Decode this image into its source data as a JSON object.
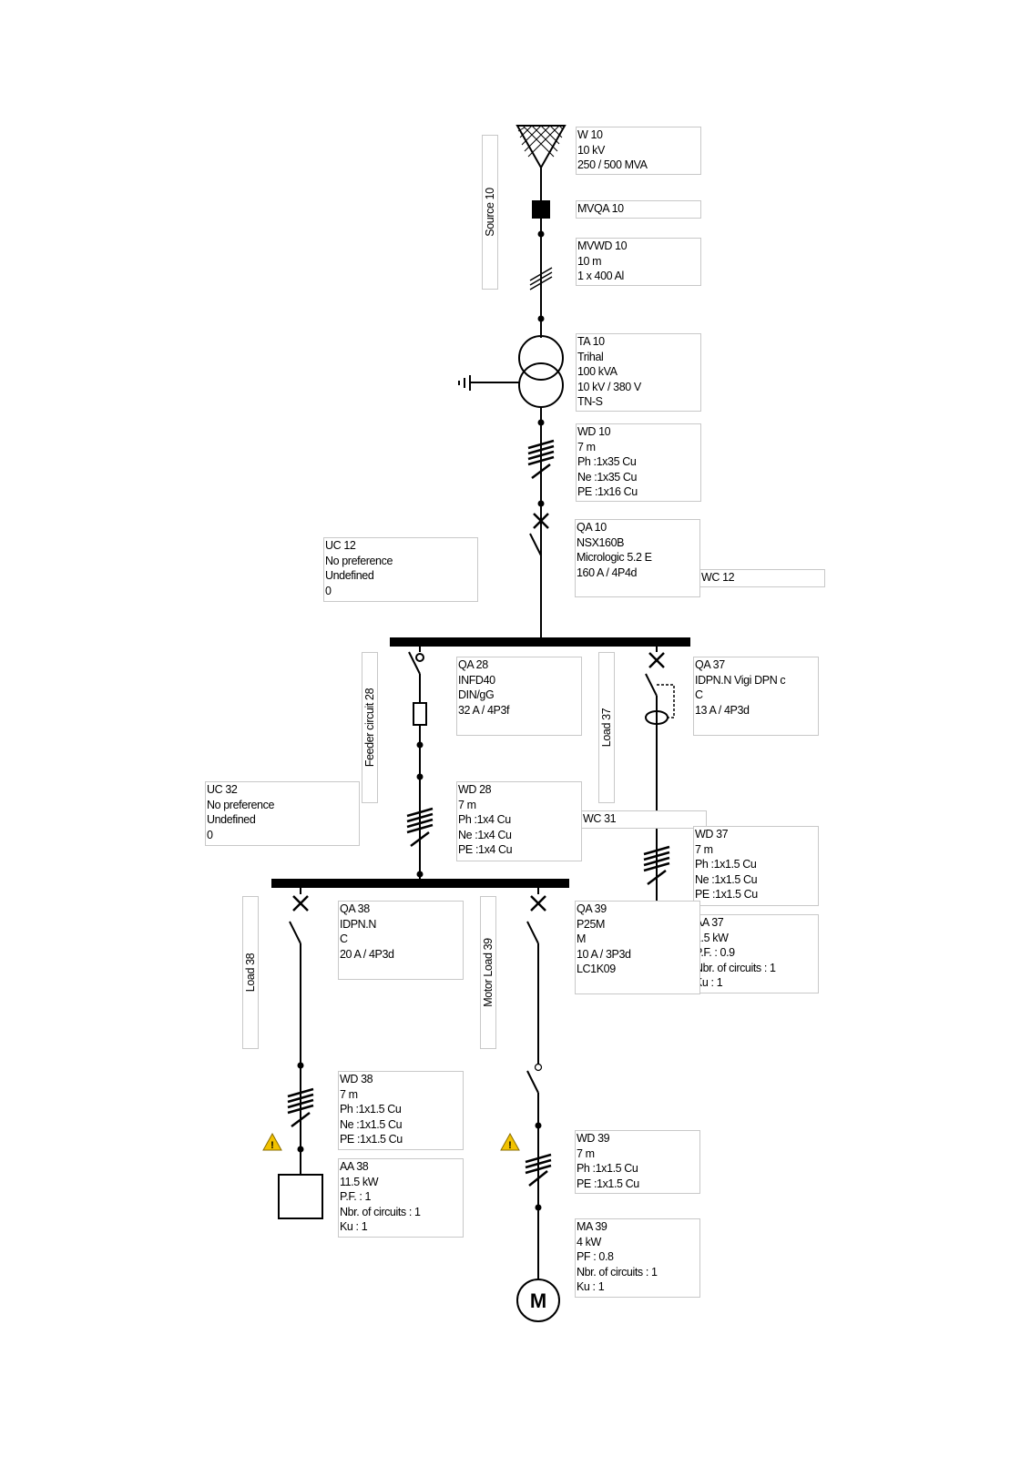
{
  "source": {
    "name": "W 10",
    "voltage": "10 kV",
    "power": "250 / 500 MVA",
    "vertical_label": "Source 10"
  },
  "mv_breaker": {
    "name": "MVQA 10"
  },
  "mv_cable": {
    "name": "MVWD 10",
    "length": "10 m",
    "section": "1 x 400 Al"
  },
  "transformer": {
    "name": "TA 10",
    "type": "Trihal",
    "rating": "100 kVA",
    "voltage": "10 kV / 380 V",
    "earthing": "TN-S"
  },
  "cable_wd10": {
    "name": "WD 10",
    "length": "7 m",
    "ph": "Ph :1x35 Cu",
    "ne": "Ne :1x35 Cu",
    "pe": "PE :1x16 Cu"
  },
  "breaker_qa10": {
    "name": "QA 10",
    "model": "NSX160B",
    "trip": "Micrologic 5.2 E",
    "rating": "160 A / 4P4d"
  },
  "wc12": {
    "name": "WC 12"
  },
  "uc12": {
    "name": "UC 12",
    "line1": "No preference",
    "line2": "Undefined",
    "line3": "0"
  },
  "switch_qa28": {
    "name": "QA 28",
    "model": "INFD40",
    "fuse": "DIN/gG",
    "rating": "32 A / 4P3f",
    "vertical_label": "Feeder circuit 28"
  },
  "breaker_qa37": {
    "name": "QA 37",
    "model": "IDPN.N  Vigi DPN c",
    "curve": "C",
    "rating": "13 A / 4P3d",
    "vertical_label": "Load 37"
  },
  "cable_wd28": {
    "name": "WD 28",
    "length": "7 m",
    "ph": "Ph :1x4 Cu",
    "ne": "Ne :1x4 Cu",
    "pe": "PE :1x4 Cu"
  },
  "wc31": {
    "name": "WC 31"
  },
  "uc32": {
    "name": "UC 32",
    "line1": "No preference",
    "line2": "Undefined",
    "line3": "0"
  },
  "cable_wd37": {
    "name": "WD 37",
    "length": "7 m",
    "ph": "Ph :1x1.5 Cu",
    "ne": "Ne :1x1.5 Cu",
    "pe": "PE :1x1.5 Cu"
  },
  "load_aa37": {
    "name": "AA 37",
    "power": "1.5 kW",
    "pf": "P.F. : 0.9",
    "circuits": "Nbr. of circuits : 1",
    "ku": "Ku : 1"
  },
  "breaker_qa38": {
    "name": "QA 38",
    "model": "IDPN.N",
    "curve": "C",
    "rating": "20 A / 4P3d",
    "vertical_label": "Load 38"
  },
  "breaker_qa39": {
    "name": "QA 39",
    "model": "P25M",
    "curve": "M",
    "rating": "10 A / 3P3d",
    "contactor": "LC1K09",
    "vertical_label": "Motor Load 39"
  },
  "cable_wd38": {
    "name": "WD 38",
    "length": "7 m",
    "ph": "Ph :1x1.5 Cu",
    "ne": "Ne :1x1.5 Cu",
    "pe": "PE :1x1.5 Cu"
  },
  "load_aa38": {
    "name": "AA 38",
    "power": "11.5 kW",
    "pf": "P.F. : 1",
    "circuits": "Nbr. of circuits : 1",
    "ku": "Ku : 1"
  },
  "cable_wd39": {
    "name": "WD 39",
    "length": "7 m",
    "ph": "Ph :1x1.5 Cu",
    "pe": "PE :1x1.5 Cu"
  },
  "motor_ma39": {
    "name": "MA 39",
    "power": "4 kW",
    "pf": "PF : 0.8",
    "circuits": "Nbr. of circuits : 1",
    "ku": "Ku : 1",
    "symbol": "M"
  },
  "colors": {
    "line": "#000000",
    "label_border": "#c8c8c8",
    "warning": "#f2c200"
  }
}
